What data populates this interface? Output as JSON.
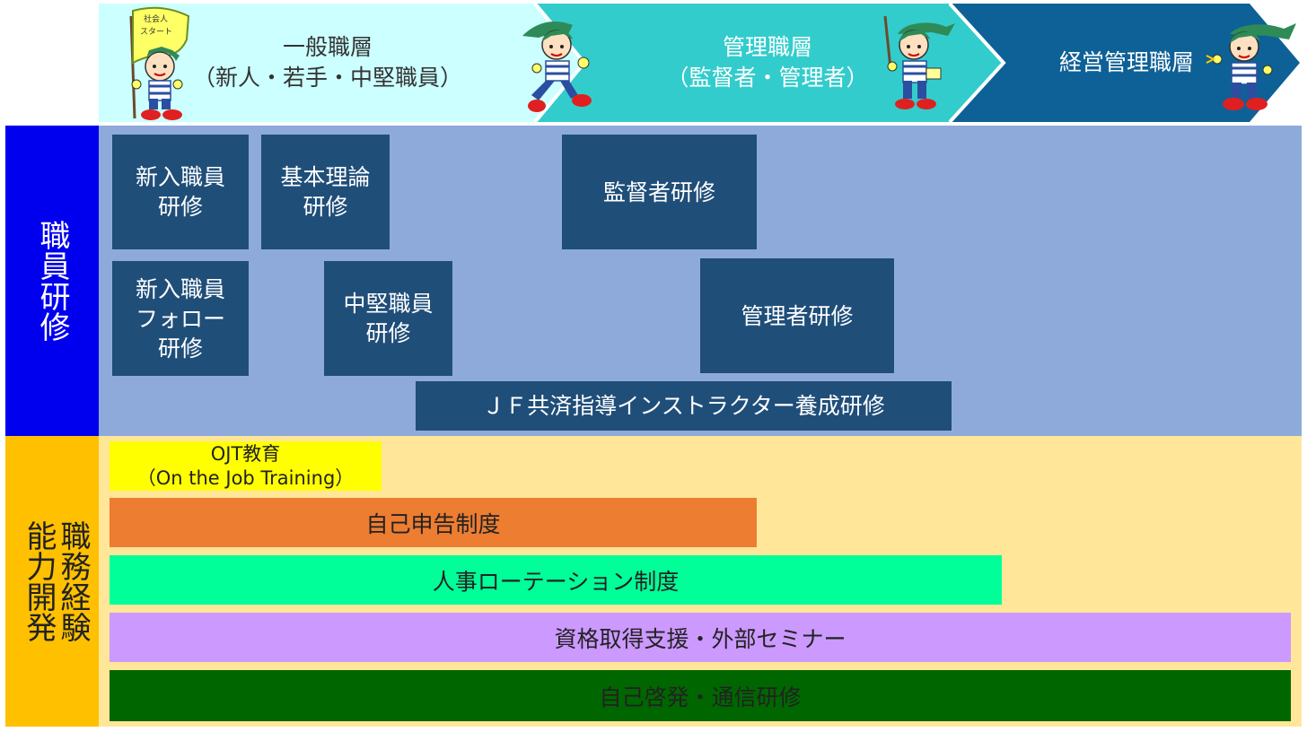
{
  "header": {
    "stage_general": "一般職層\n（新人・若手・中堅職員）",
    "stage_manager": "管理職層\n（監督者・管理者）",
    "stage_executive": "経営管理職層",
    "flag_text_line1": "社会人",
    "flag_text_line2": "スタート",
    "colors": {
      "general": "#ccffff",
      "manager": "#33cccc",
      "executive": "#0e6196"
    }
  },
  "staff_training": {
    "side_label": "職員研修",
    "blocks": {
      "new_staff": "新入職員\n研修",
      "basic_theory": "基本理論\n研修",
      "supervisor": "監督者研修",
      "new_staff_follow": "新入職員\nフォロー\n研修",
      "mid_career": "中堅職員\n研修",
      "manager": "管理者研修",
      "instructor": "ＪＦ共済指導インストラクター養成研修"
    },
    "colors": {
      "side": "#0000ee",
      "background": "#8eaadb",
      "block": "#1f4e79"
    }
  },
  "job_experience": {
    "side_label": "職務経験\n能力開発",
    "side_col_right": "職務経験",
    "side_col_left": "能力開発",
    "bars": {
      "ojt_line1": "OJT教育",
      "ojt_line2": "（On the Job Training）",
      "self_report": "自己申告制度",
      "rotation": "人事ローテーション制度",
      "qualification": "資格取得支援・外部セミナー",
      "self_development": "自己啓発・通信研修"
    },
    "colors": {
      "side": "#ffc000",
      "background": "#ffe699",
      "ojt": "#ffff00",
      "self_report": "#ed7d31",
      "rotation": "#00ff99",
      "qualification": "#cc99ff",
      "self_development": "#006600"
    }
  }
}
